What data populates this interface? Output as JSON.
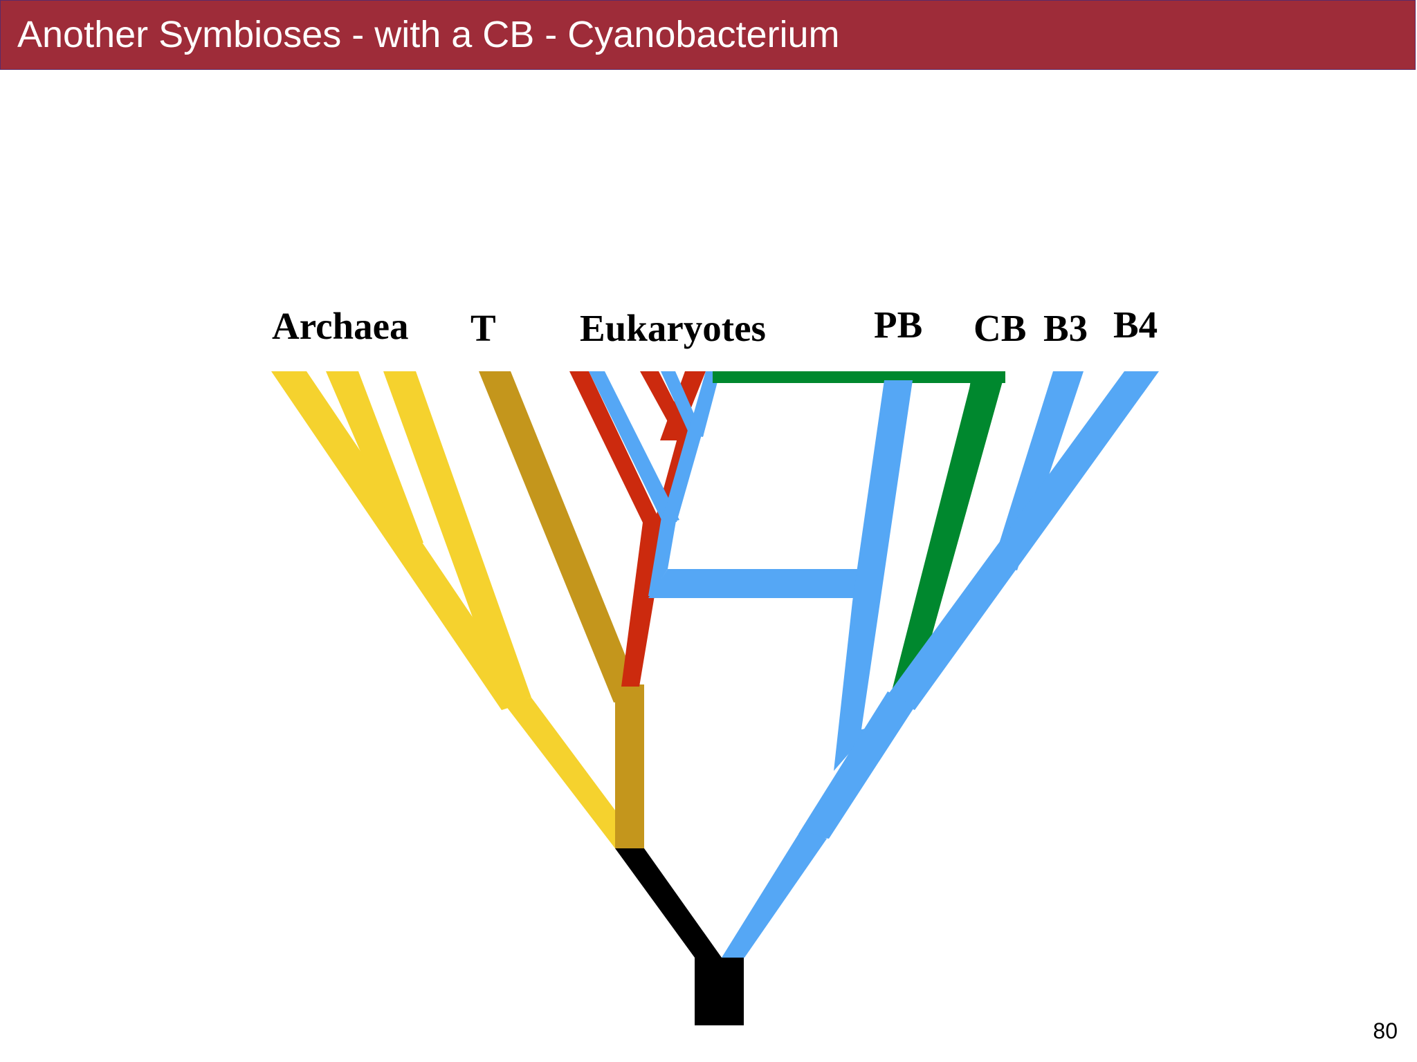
{
  "slide": {
    "title": "Another Symbioses - with a CB - Cyanobacterium",
    "page_number": "80"
  },
  "tree": {
    "labels": {
      "archaea": "Archaea",
      "t": "T",
      "eukaryotes": "Eukaryotes",
      "pb": "PB",
      "cb": "CB",
      "b3": "B3",
      "b4": "B4"
    },
    "colors": {
      "archaea": "#f5d22e",
      "t": "#c4961c",
      "eukaryote_host": "#cc2a0e",
      "bacteria": "#55a7f5",
      "cyanobacterium": "#00882e",
      "root": "#000000"
    }
  }
}
